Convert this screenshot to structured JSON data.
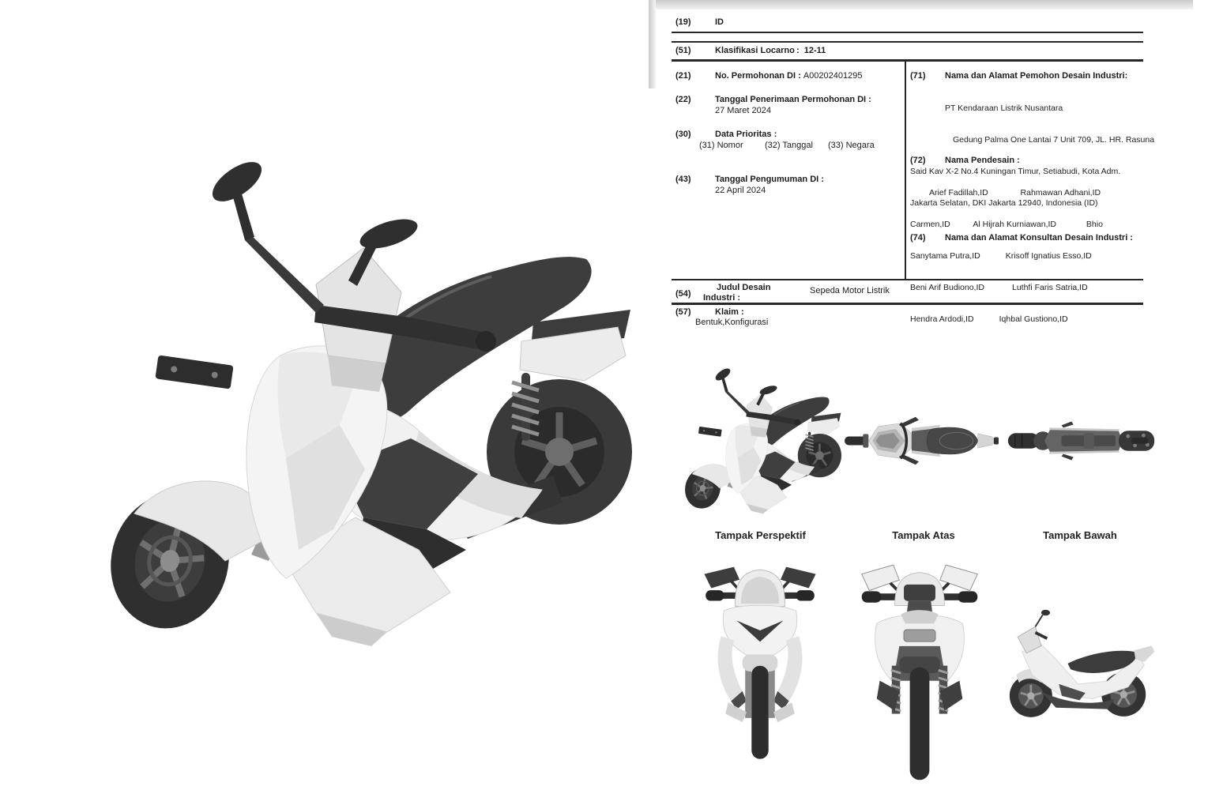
{
  "doc": {
    "f19": {
      "num": "(19)",
      "value": "ID"
    },
    "f51": {
      "num": "(51)",
      "label": "Klasifikasi Locarno",
      "value": ":  12-11"
    },
    "f21": {
      "num": "(21)",
      "label": "No. Permohonan DI : ",
      "value": "A00202401295"
    },
    "f22": {
      "num": "(22)",
      "label": "Tanggal Penerimaan Permohonan DI :",
      "value": "27 Maret 2024"
    },
    "f30": {
      "num": "(30)",
      "label": "Data Prioritas :",
      "cols": [
        "(31) Nomor",
        "(32) Tanggal",
        "(33) Negara"
      ]
    },
    "f43": {
      "num": "(43)",
      "label": "Tanggal Pengumuman DI :",
      "value": "22 April 2024"
    },
    "f71": {
      "num": "(71)",
      "label": "Nama dan Alamat Pemohon Desain Industri:",
      "lines": [
        "PT Kendaraan Listrik Nusantara",
        "Gedung Palma One Lantai 7 Unit 709, JL. HR. Rasuna",
        "Said Kav X-2 No.4 Kuningan Timur, Setiabudi, Kota Adm.",
        "Jakarta Selatan, DKI Jakarta 12940, Indonesia (ID)"
      ]
    },
    "f72": {
      "num": "(72)",
      "label": "Nama Pendesain :",
      "lines": [
        "Arief Fadillah,ID              Rahmawan Adhani,ID",
        "Carmen,ID          Al Hijrah Kurniawan,ID             Bhio",
        "Sanytama Putra,ID           Krisoff Ignatius Esso,ID",
        "Beni Arif Budiono,ID            Luthfi Faris Satria,ID",
        "Hendra Ardodi,ID           Iqhbal Gustiono,ID"
      ]
    },
    "f74": {
      "num": "(74)",
      "label": "Nama dan Alamat Konsultan Desain Industri :"
    },
    "f54": {
      "num": "(54)",
      "label1": "Judul Desain",
      "label2": "Industri :",
      "value": "Sepeda Motor Listrik"
    },
    "f57": {
      "num": "(57)",
      "label": "Klaim :",
      "value": "Bentuk,Konfigurasi"
    }
  },
  "figures": {
    "captions": {
      "perspective": "Tampak Perspektif",
      "top": "Tampak Atas",
      "bottom": "Tampak Bawah"
    }
  }
}
